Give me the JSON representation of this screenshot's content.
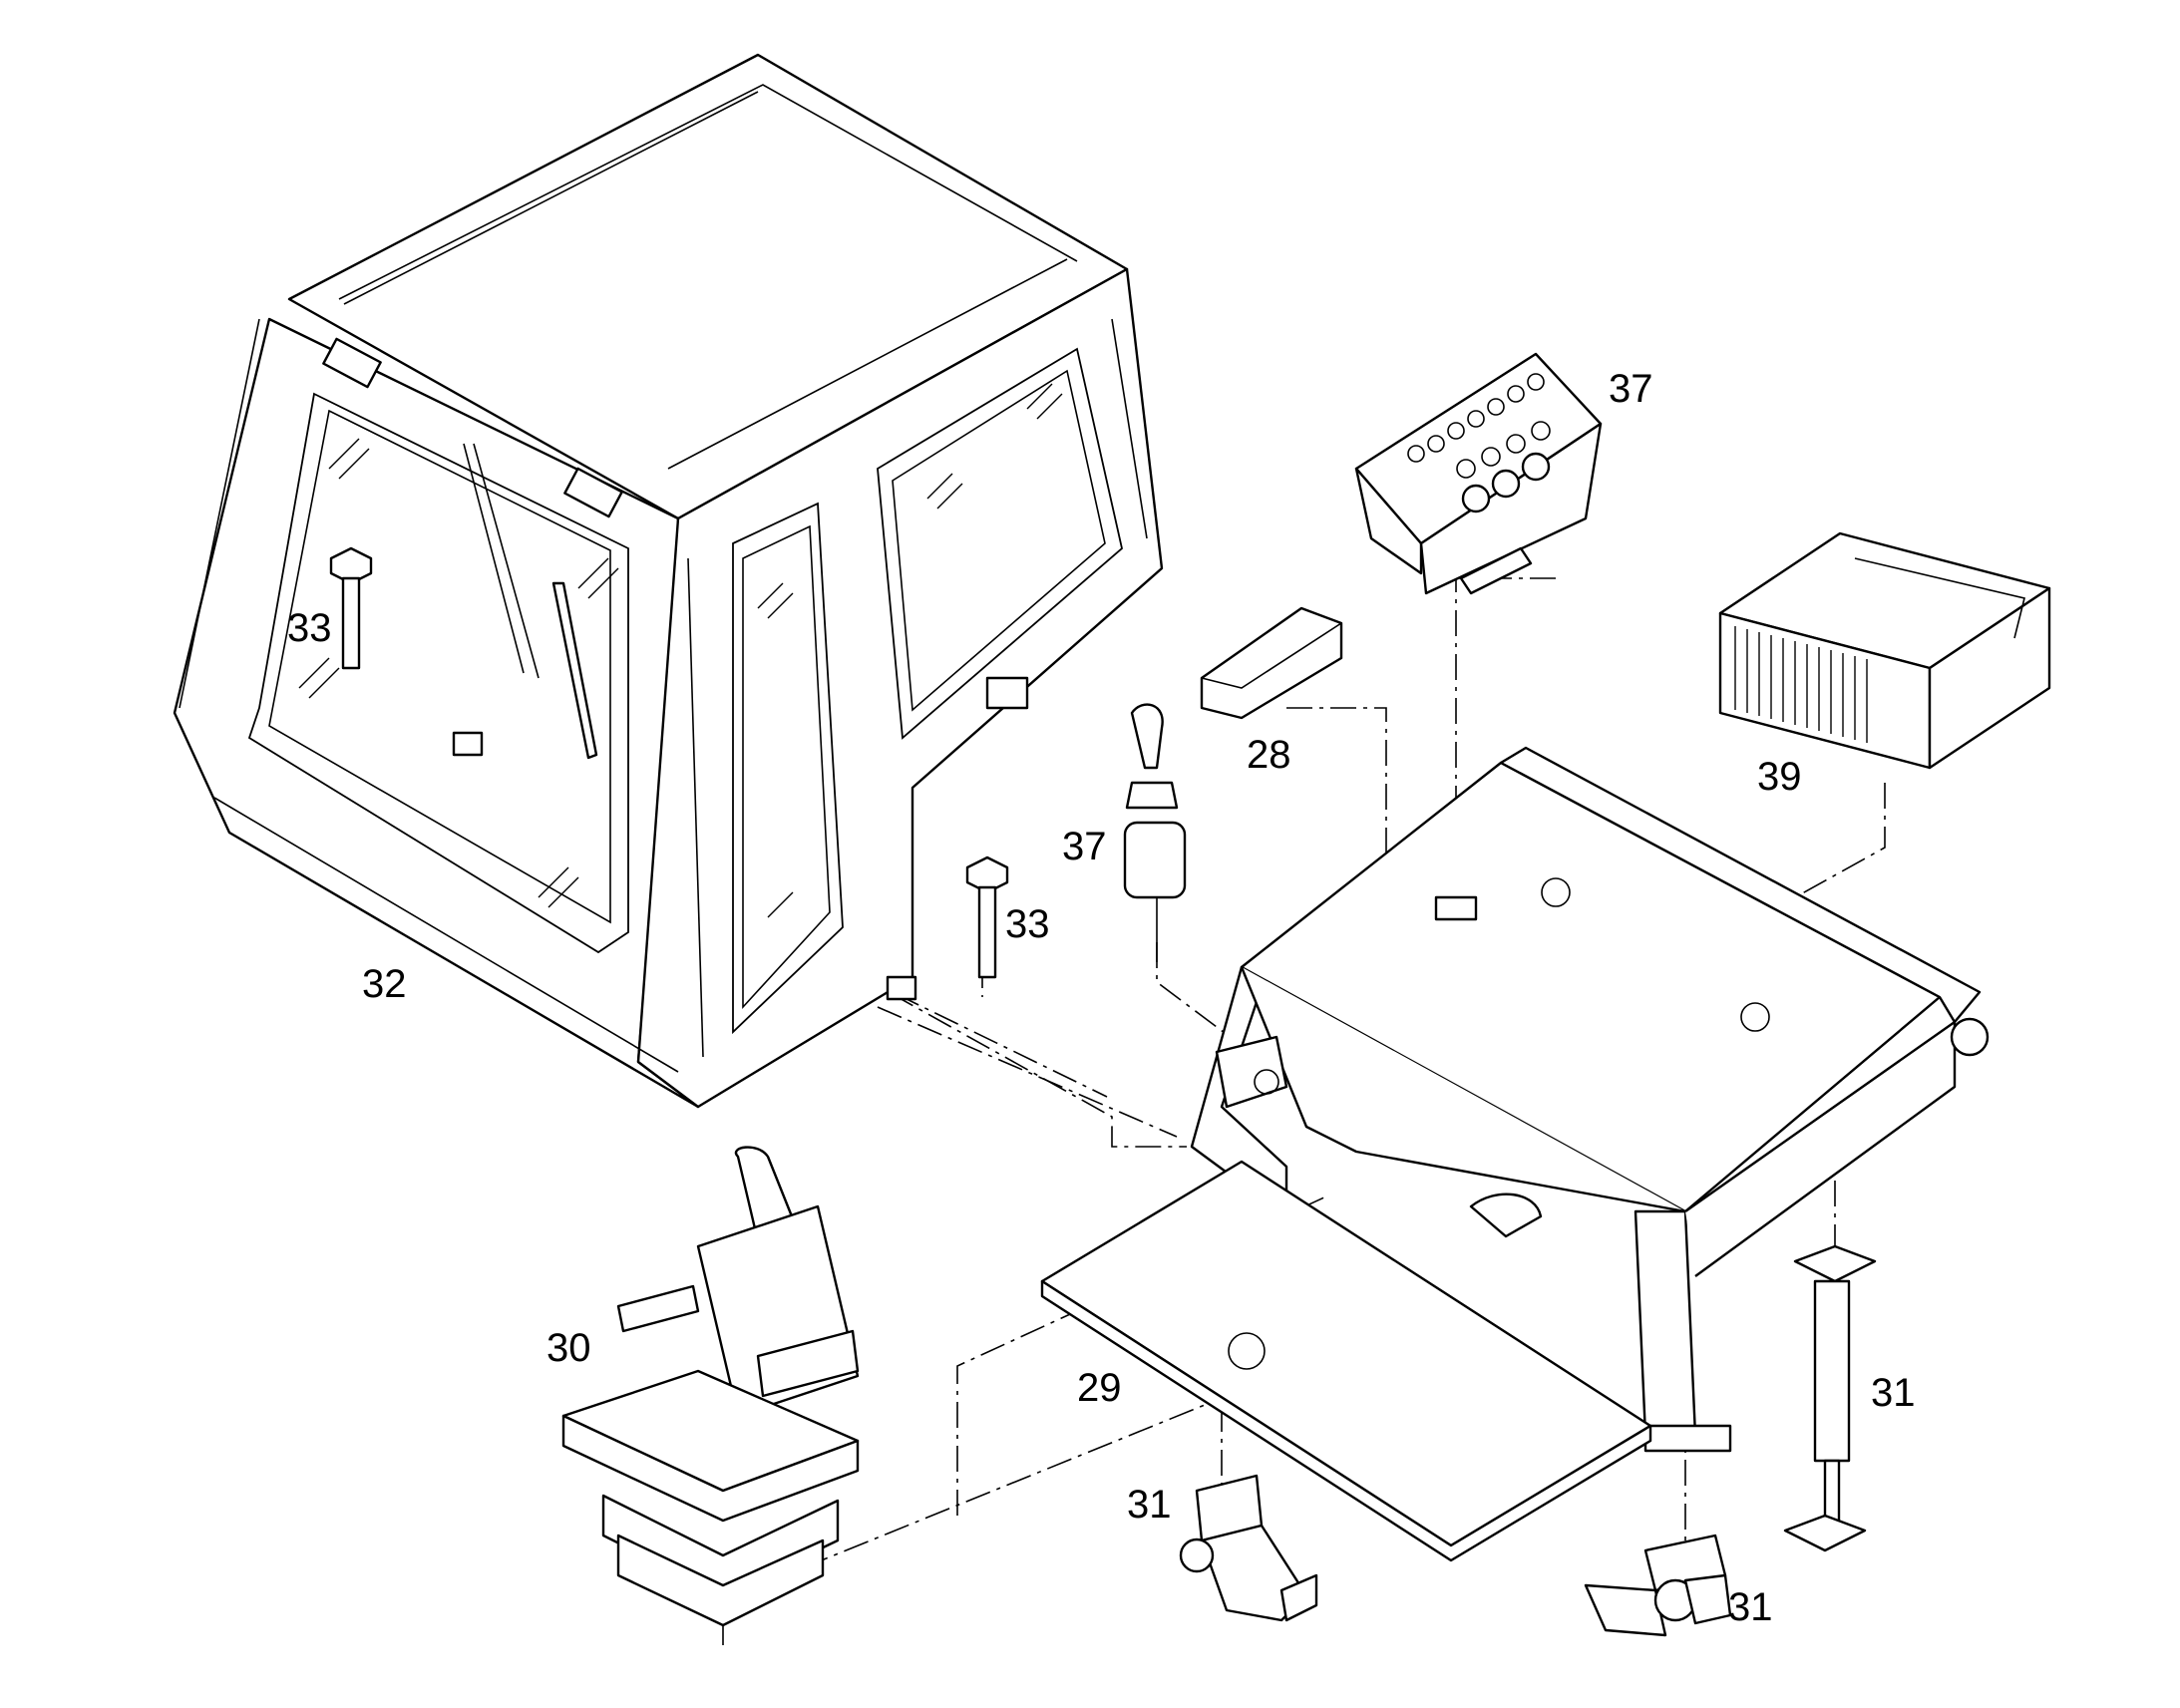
{
  "callouts": {
    "c28": "28",
    "c29": "29",
    "c30": "30",
    "c31_foot_left": "31",
    "c31_foot_right": "31",
    "c31_cylinder": "31",
    "c32": "32",
    "c33_left": "33",
    "c33_right": "33",
    "c37_panel": "37",
    "c37_joystick": "37",
    "c39": "39"
  }
}
